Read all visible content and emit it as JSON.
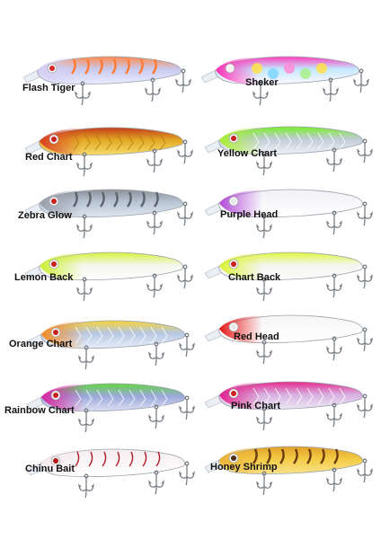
{
  "lures": [
    {
      "name": "Flash Tiger",
      "colors": {
        "back": "#ff8a4c",
        "body": "#c8c9ee",
        "belly": "#e9ecff",
        "head": "#d8d0f4",
        "eye": "#d92a2a"
      },
      "pattern": "tiger"
    },
    {
      "name": "Sheker",
      "colors": {
        "back": "#ff3cbc",
        "body": "#c2e8ff",
        "belly": "#fff7ff",
        "head": "#ff30b5",
        "eye": "#f4f4f4"
      },
      "pattern": "dots"
    },
    {
      "name": "Red Chart",
      "colors": {
        "back": "#c23a1a",
        "body": "#e3a824",
        "belly": "#f6dc6a",
        "head": "#d84022",
        "eye": "#c92020"
      },
      "pattern": "scale"
    },
    {
      "name": "Yellow Chart",
      "colors": {
        "back": "#7aee2a",
        "body": "#c0cbd6",
        "belly": "#eef2f6",
        "head": "#a8f030",
        "eye": "#c92020"
      },
      "pattern": "holo"
    },
    {
      "name": "Zebra Glow",
      "colors": {
        "back": "#8c9098",
        "body": "#b8c4d4",
        "belly": "#dfe6ef",
        "head": "#9aa0aa",
        "eye": "#c92020"
      },
      "pattern": "zebra"
    },
    {
      "name": "Purple Head",
      "colors": {
        "back": "#f1f1f6",
        "body": "#f7f7fb",
        "belly": "#ffffff",
        "head": "#b24ad8",
        "eye": "#e8e8e8"
      },
      "pattern": "plain"
    },
    {
      "name": "Lemon Back",
      "colors": {
        "back": "#d8f23a",
        "body": "#f3f6ea",
        "belly": "#ffffff",
        "head": "#ccef32",
        "eye": "#c92020"
      },
      "pattern": "plain"
    },
    {
      "name": "Chart Back",
      "colors": {
        "back": "#dff63a",
        "body": "#f4f5f0",
        "belly": "#fbfbfb",
        "head": "#dbf232",
        "eye": "#c92020"
      },
      "pattern": "plain"
    },
    {
      "name": "Orange Chart",
      "colors": {
        "back": "#f5d33a",
        "body": "#b7c7e2",
        "belly": "#e7edf7",
        "head": "#f58b22",
        "eye": "#c92020"
      },
      "pattern": "holo"
    },
    {
      "name": "Red Head",
      "colors": {
        "back": "#f5f5f5",
        "body": "#fafafa",
        "belly": "#ffffff",
        "head": "#e81818",
        "eye": "#e8e8e8"
      },
      "pattern": "plain"
    },
    {
      "name": "Rainbow Chart",
      "colors": {
        "back": "#62d640",
        "body": "#9aa8da",
        "belly": "#dce0f3",
        "head": "#d9249e",
        "eye": "#c92020"
      },
      "pattern": "holo"
    },
    {
      "name": "Pink Chart",
      "colors": {
        "back": "#e8288c",
        "body": "#d6aee0",
        "belly": "#ece8f4",
        "head": "#e0208a",
        "eye": "#c92020"
      },
      "pattern": "holo"
    },
    {
      "name": "Chinu Bait",
      "colors": {
        "back": "#f5eef0",
        "body": "#faf5f6",
        "belly": "#ffffff",
        "head": "#f4eaee",
        "eye": "#b01818"
      },
      "pattern": "stripes"
    },
    {
      "name": "Honey Shrimp",
      "colors": {
        "back": "#e0a12a",
        "body": "#f3cb44",
        "belly": "#f9e28a",
        "head": "#eab33a",
        "eye": "#4b2a18"
      },
      "pattern": "tiger-brown"
    }
  ]
}
